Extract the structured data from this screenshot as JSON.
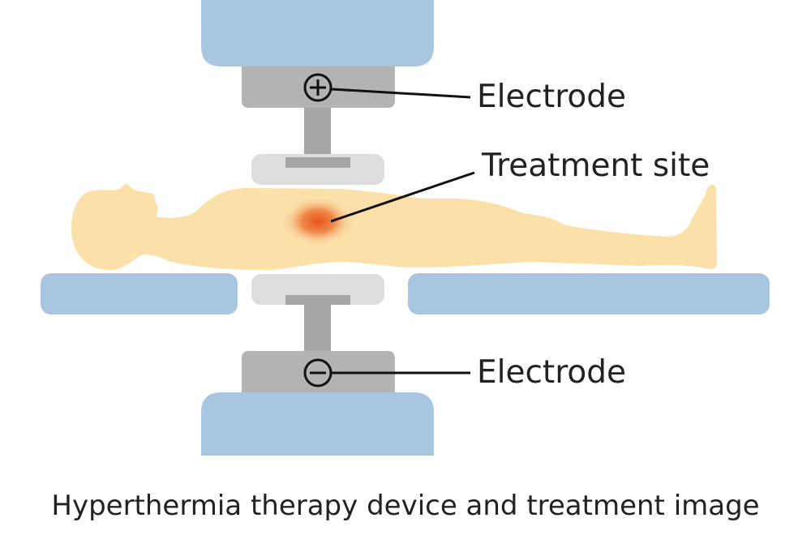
{
  "labels": {
    "electrode_top": "Electrode",
    "treatment_site": "Treatment site",
    "electrode_bottom": "Electrode"
  },
  "caption": "Hyperthermia therapy device and treatment image",
  "colors": {
    "device_blue": "#a9c6e1",
    "electrode_gray": "#b3b3b3",
    "stem_gray": "#a6a6a6",
    "plate_light": "#dcdddd",
    "body": "#fbe0aa",
    "heat": "#e9531e"
  }
}
